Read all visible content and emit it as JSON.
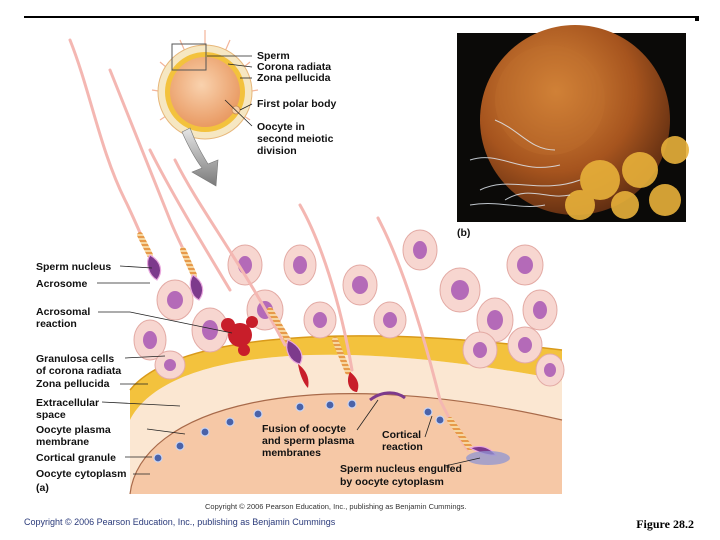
{
  "labels": {
    "sperm": "Sperm",
    "corona_radiata": "Corona radiata",
    "zona_pellucida_top": "Zona pellucida",
    "first_polar_body": "First polar body",
    "oocyte_l1": "Oocyte in",
    "oocyte_l2": "second meiotic",
    "oocyte_l3": "division",
    "panel_b": "(b)",
    "sperm_nucleus": "Sperm nucleus",
    "acrosome": "Acrosome",
    "acrosomal_l1": "Acrosomal",
    "acrosomal_l2": "reaction",
    "granulosa_l1": "Granulosa cells",
    "granulosa_l2": "of corona radiata",
    "zona_pellucida": "Zona pellucida",
    "extracellular_l1": "Extracellular",
    "extracellular_l2": "space",
    "plasma_l1": "Oocyte plasma",
    "plasma_l2": "membrane",
    "cortical_granule": "Cortical granule",
    "cytoplasm": "Oocyte cytoplasm",
    "panel_a": "(a)",
    "fusion_l1": "Fusion of oocyte",
    "fusion_l2": "and sperm plasma",
    "fusion_l3": "membranes",
    "cortical_l1": "Cortical",
    "cortical_l2": "reaction",
    "engulfed_l1": "Sperm nucleus engulfed",
    "engulfed_l2": "by oocyte cytoplasm"
  },
  "inner_copyright": "Copyright © 2006 Pearson Education, Inc., publishing as Benjamin Cummings.",
  "footer_copyright": "Copyright © 2006 Pearson Education, Inc., publishing as Benjamin Cummings",
  "figure_number": "Figure 28.2",
  "colors": {
    "oocyte": "#f4b98a",
    "zona": "#f3c23d",
    "granulosa": "#f7d6d0",
    "granulosa_nucleus": "#b46ab8",
    "sperm_head": "#7d3a8c",
    "acrosome_reaction": "#c81e2a",
    "photo_egg": "#b8652a"
  }
}
